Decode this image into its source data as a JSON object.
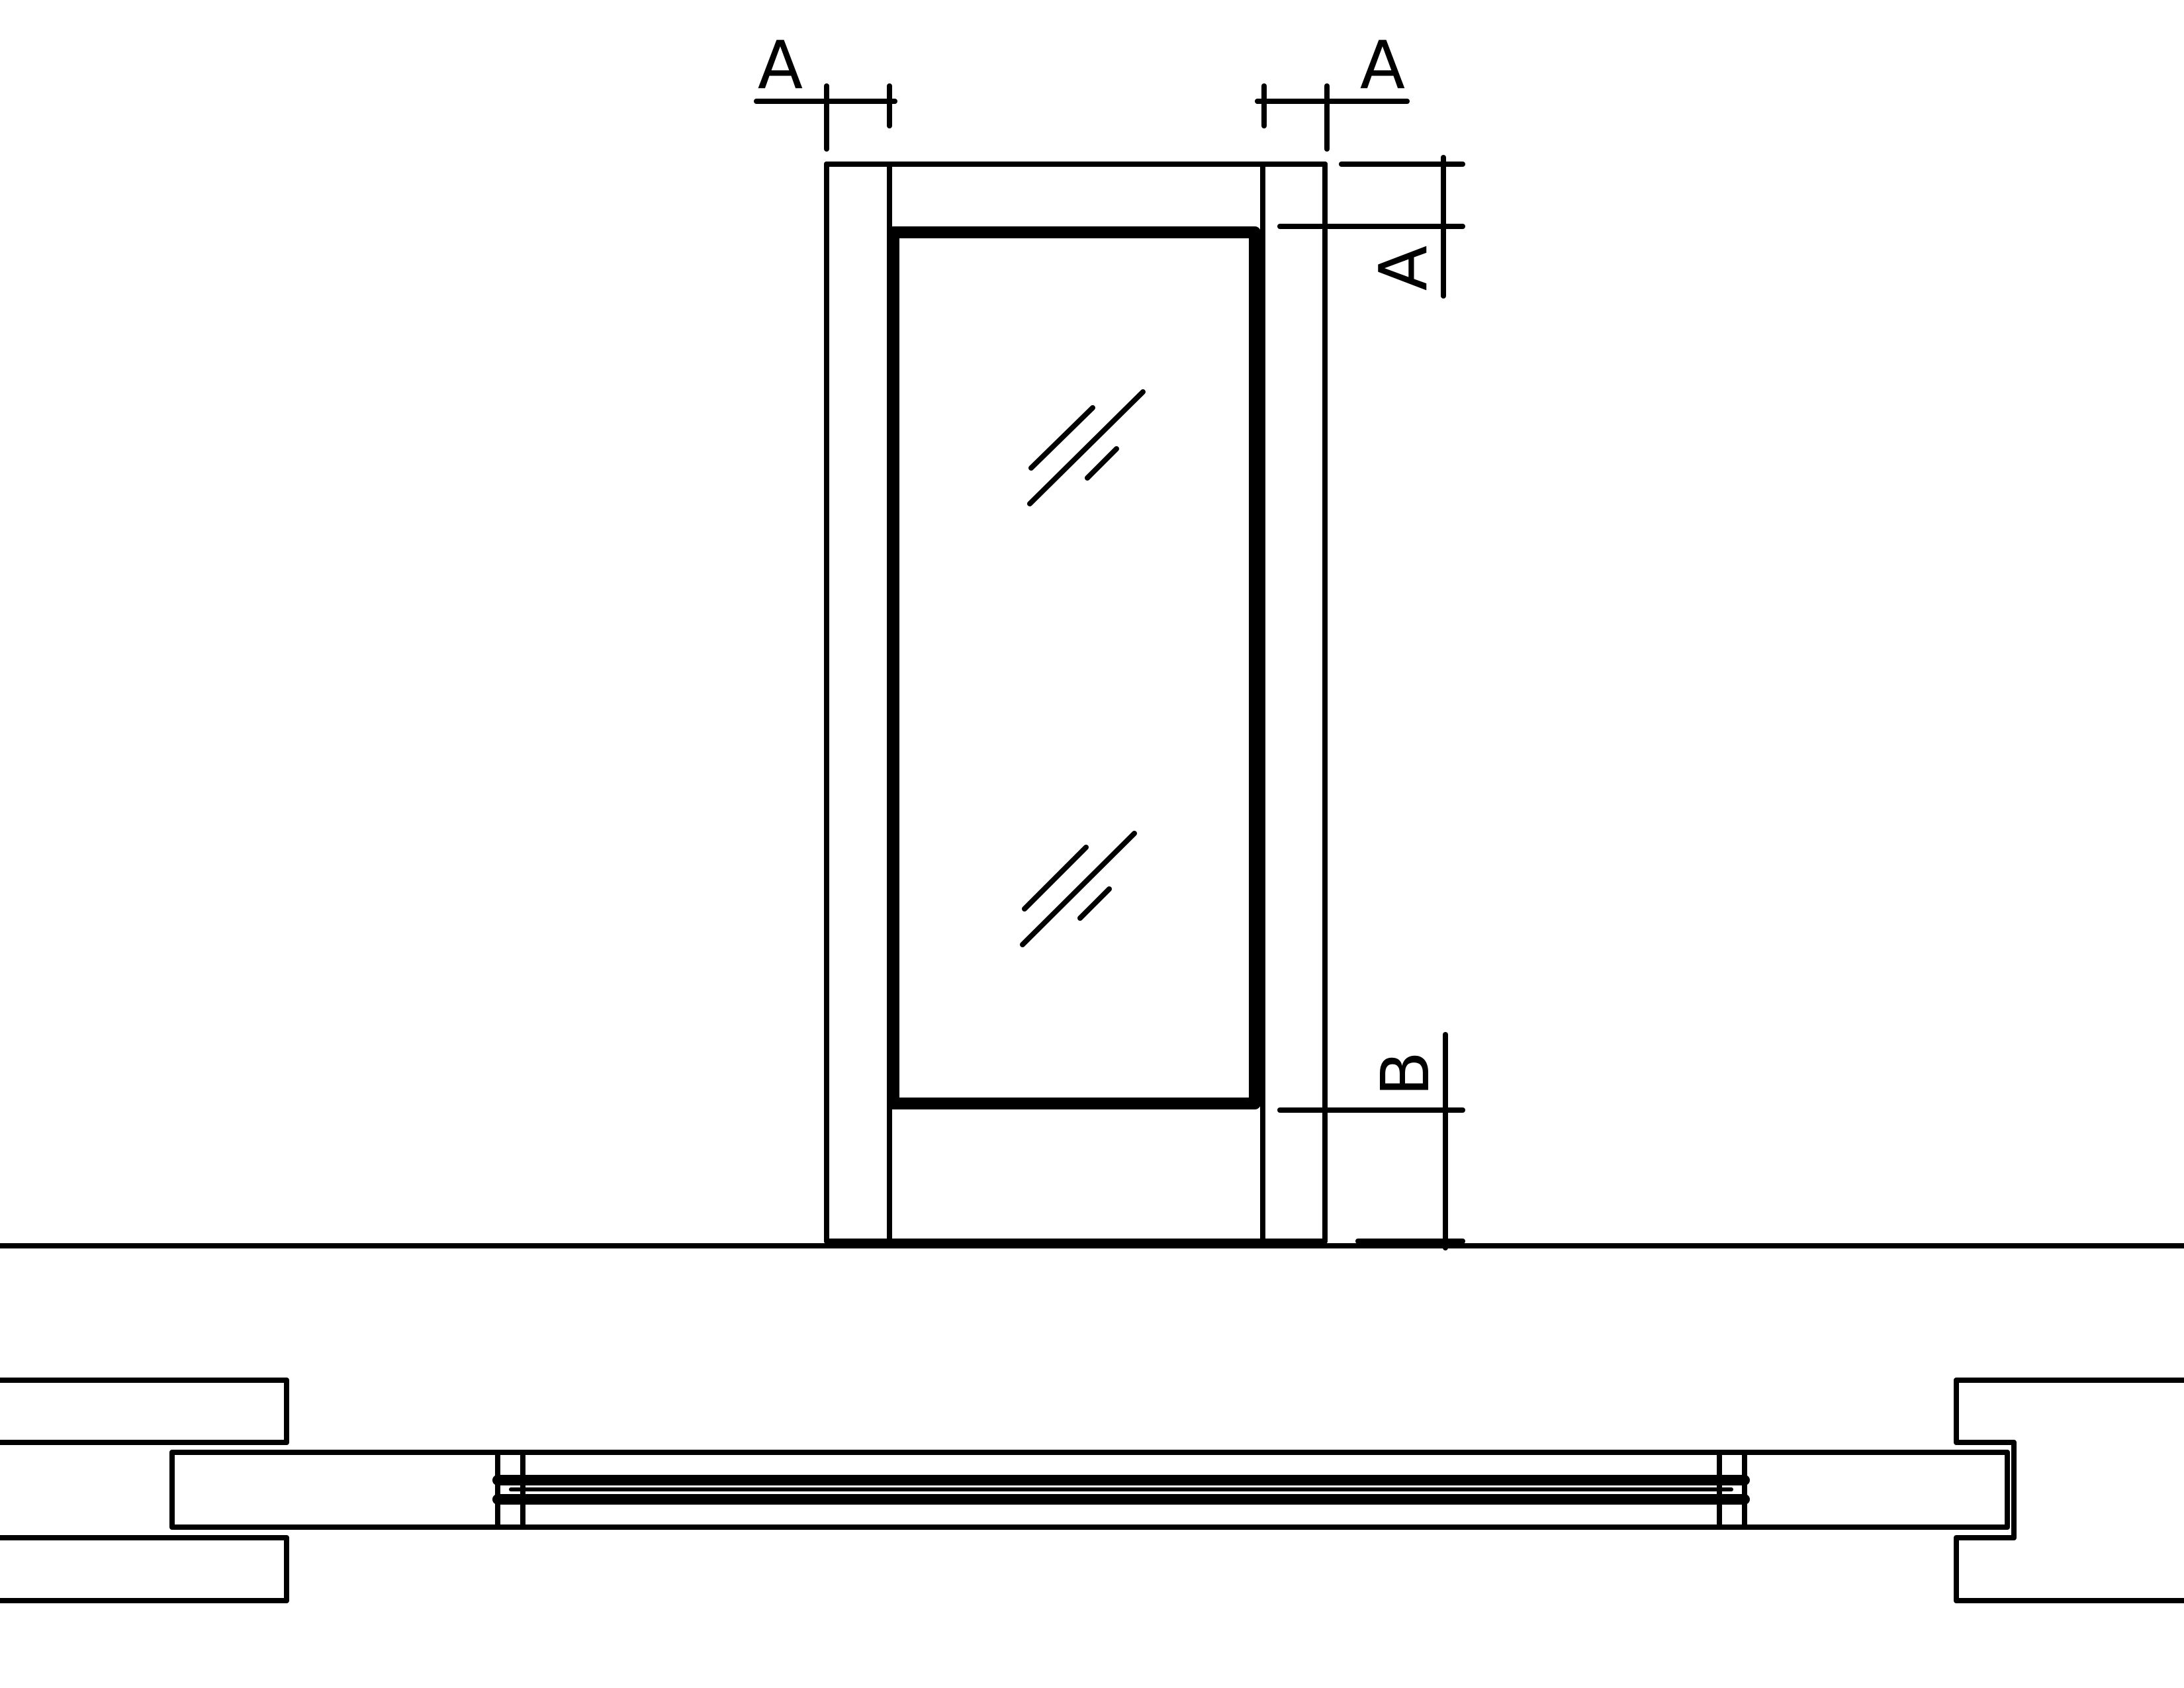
{
  "labels": {
    "dim_top_left": "A",
    "dim_top_right": "A",
    "dim_head_rail": "A",
    "dim_bottom_rail": "B"
  },
  "colors": {
    "line": "#000000",
    "background": "#ffffff"
  }
}
